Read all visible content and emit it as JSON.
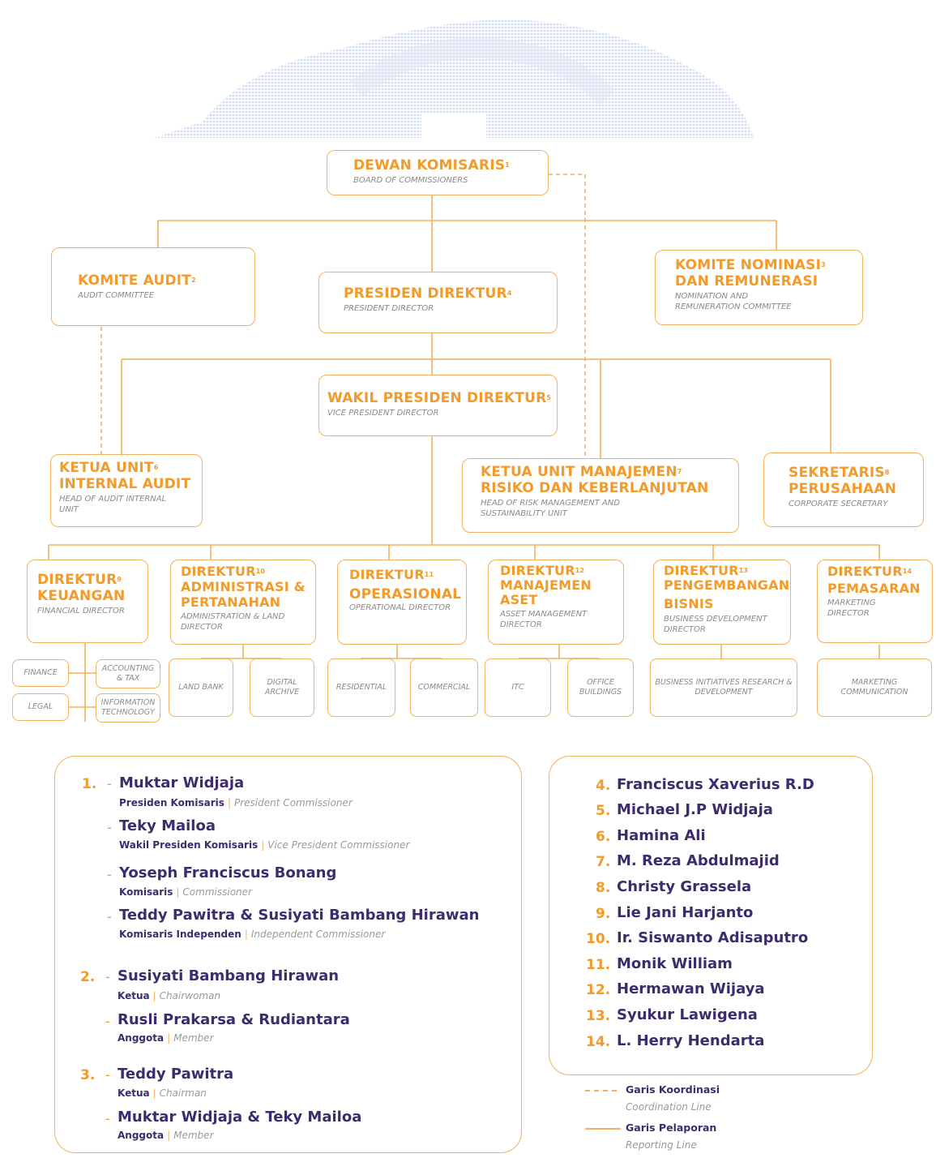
{
  "chart": {
    "commissioners": {
      "title": "DEWAN KOMISARIS",
      "note": "1",
      "subtitle": "BOARD OF COMMISSIONERS"
    },
    "audit_committee": {
      "title": "KOMITE AUDIT",
      "note": "2",
      "subtitle": "AUDIT COMMITTEE"
    },
    "nomination_committee": {
      "title1": "KOMITE NOMINASI",
      "note": "3",
      "title2": "DAN REMUNERASI",
      "subtitle1": "NOMINATION AND",
      "subtitle2": "REMUNERATION COMMITTEE"
    },
    "president": {
      "title": "PRESIDEN DIREKTUR",
      "note": "4",
      "subtitle": "PRESIDENT DIRECTOR"
    },
    "vice_president": {
      "title": "WAKIL PRESIDEN DIREKTUR",
      "note": "5",
      "subtitle": "VICE PRESIDENT DIRECTOR"
    },
    "internal_audit": {
      "title1": "KETUA UNIT",
      "note": "6",
      "title2": "INTERNAL AUDIT",
      "subtitle1": "HEAD OF AUDIT INTERNAL",
      "subtitle2": "UNIT"
    },
    "risk_unit": {
      "title1": "KETUA UNIT MANAJEMEN",
      "note": "7",
      "title2": "RISIKO DAN KEBERLANJUTAN",
      "subtitle1": "HEAD OF RISK MANAGEMENT AND",
      "subtitle2": "SUSTAINABILITY UNIT"
    },
    "secretary": {
      "title1": "SEKRETARIS",
      "note": "8",
      "title2": "PERUSAHAAN",
      "subtitle": "CORPORATE SECRETARY"
    },
    "directors": [
      {
        "t1": "DIREKTUR",
        "note": "9",
        "t2": "KEUANGAN",
        "t3": "",
        "s1": "FINANCIAL DIRECTOR",
        "s2": ""
      },
      {
        "t1": "DIREKTUR",
        "note": "10",
        "t2": "ADMINISTRASI &",
        "t3": "PERTANAHAN",
        "s1": "ADMINISTRATION & LAND",
        "s2": "DIRECTOR"
      },
      {
        "t1": "DIREKTUR",
        "note": "11",
        "t2": "OPERASIONAL",
        "t3": "",
        "s1": "OPERATIONAL DIRECTOR",
        "s2": ""
      },
      {
        "t1": "DIREKTUR",
        "note": "12",
        "t2": "MANAJEMEN",
        "t3": "ASET",
        "s1": "ASSET MANAGEMENT",
        "s2": "DIRECTOR"
      },
      {
        "t1": "DIREKTUR",
        "note": "13",
        "t2": "PENGEMBANGAN",
        "t3": "BISNIS",
        "s1": "BUSINESS DEVELOPMENT",
        "s2": "DIRECTOR"
      },
      {
        "t1": "DIREKTUR",
        "note": "14",
        "t2": "PEMASARAN",
        "t3": "",
        "s1": "MARKETING",
        "s2": "DIRECTOR"
      }
    ],
    "units": {
      "finance": "FINANCE",
      "legal": "LEGAL",
      "accounting1": "ACCOUNTING",
      "accounting2": "& TAX",
      "it1": "INFORMATION",
      "it2": "TECHNOLOGY",
      "land_bank": "LAND BANK",
      "digital1": "DIGITAL",
      "digital2": "ARCHIVE",
      "residential": "RESIDENTIAL",
      "commercial": "COMMERCIAL",
      "itc": "ITC",
      "office1": "OFFICE",
      "office2": "BUILDINGS",
      "bird1": "BUSINESS INITIATIVES RESEARCH &",
      "bird2": "DEVELOPMENT",
      "marcom1": "MARKETING",
      "marcom2": "COMMUNICATION"
    }
  },
  "left_panel": [
    {
      "num": "1.",
      "name": "Muktar Widjaja",
      "role": "Presiden Komisaris",
      "role_en": "President Commissioner"
    },
    {
      "num": "",
      "name": "Teky Mailoa",
      "role": "Wakil Presiden Komisaris",
      "role_en": "Vice President Commissioner"
    },
    {
      "num": "",
      "name": "Yoseph Franciscus Bonang",
      "role": "Komisaris",
      "role_en": "Commissioner"
    },
    {
      "num": "",
      "name": "Teddy Pawitra & Susiyati Bambang Hirawan",
      "role": "Komisaris Independen",
      "role_en": "Independent Commissioner"
    },
    {
      "num": "2.",
      "name": "Susiyati Bambang Hirawan",
      "role": "Ketua",
      "role_en": "Chairwoman"
    },
    {
      "num": "",
      "name": "Rusli Prakarsa & Rudiantara",
      "role": "Anggota",
      "role_en": "Member"
    },
    {
      "num": "3.",
      "name": "Teddy Pawitra",
      "role": "Ketua",
      "role_en": "Chairman"
    },
    {
      "num": "",
      "name": "Muktar Widjaja & Teky Mailoa",
      "role": "Anggota",
      "role_en": "Member"
    }
  ],
  "right_panel": [
    {
      "num": "4.",
      "name": "Franciscus Xaverius R.D"
    },
    {
      "num": "5.",
      "name": "Michael J.P Widjaja"
    },
    {
      "num": "6.",
      "name": "Hamina Ali"
    },
    {
      "num": "7.",
      "name": "M. Reza Abdulmajid"
    },
    {
      "num": "8.",
      "name": "Christy Grassela"
    },
    {
      "num": "9.",
      "name": "Lie Jani Harjanto"
    },
    {
      "num": "10.",
      "name": "Ir. Siswanto Adisaputro"
    },
    {
      "num": "11.",
      "name": "Monik William"
    },
    {
      "num": "12.",
      "name": "Hermawan Wijaya"
    },
    {
      "num": "13.",
      "name": "Syukur Lawigena"
    },
    {
      "num": "14.",
      "name": "L. Herry Hendarta"
    }
  ],
  "legend": {
    "coord_title": "Garis Koordinasi",
    "coord_sub": "Coordination Line",
    "report_title": "Garis Pelaporan",
    "report_sub": "Reporting Line"
  },
  "colors": {
    "accent": "#f29a2a",
    "line": "#f1b15d",
    "name": "#3c2c6e",
    "map": "#c9d5ec"
  }
}
